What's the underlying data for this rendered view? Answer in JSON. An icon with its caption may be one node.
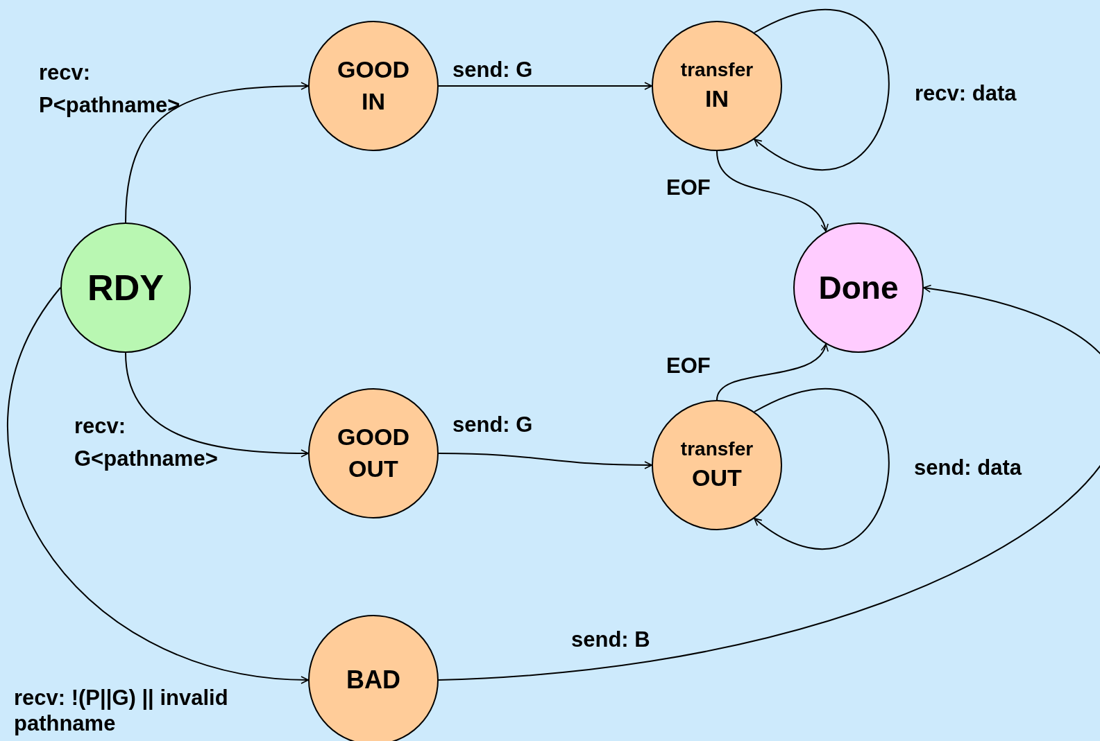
{
  "diagram": {
    "nodes": [
      {
        "text": [
          "RDY"
        ]
      },
      {
        "text": [
          "GOOD IN"
        ]
      },
      {
        "text": [
          "transfer",
          "IN"
        ]
      },
      {
        "text": [
          "Done"
        ]
      },
      {
        "text": [
          "GOOD OUT"
        ]
      },
      {
        "text": [
          "transfer",
          "OUT"
        ]
      },
      {
        "text": [
          "BAD"
        ]
      }
    ],
    "edges": [
      {
        "from": 0,
        "to": 1,
        "arrow": "to",
        "label": "recv: P<pathname>"
      },
      {
        "from": 1,
        "to": 2,
        "arrow": "to",
        "label": "send: G"
      },
      {
        "from": 2,
        "to": 2,
        "arrow": "to",
        "label": "recv: data"
      },
      {
        "from": 2,
        "to": 3,
        "arrow": "to",
        "label": "EOF"
      },
      {
        "from": 0,
        "to": 4,
        "arrow": "to",
        "label": "recv: G<pathname>"
      },
      {
        "from": 4,
        "to": 5,
        "arrow": "to",
        "label": "send: G"
      },
      {
        "from": 5,
        "to": 5,
        "arrow": "to",
        "label": "send: data"
      },
      {
        "from": 5,
        "to": 3,
        "arrow": "to",
        "label": "EOF"
      },
      {
        "from": 0,
        "to": 6,
        "arrow": "to",
        "label": "recv: !(P||G) || invalid pathname"
      },
      {
        "from": 6,
        "to": 3,
        "arrow": "to",
        "label": "send: B"
      }
    ]
  }
}
